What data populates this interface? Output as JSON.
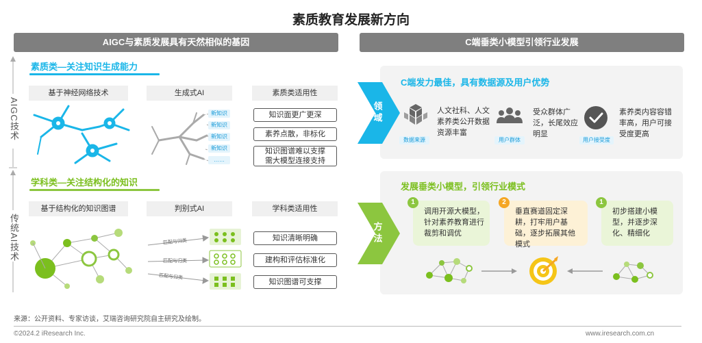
{
  "title": "素质教育发展新方向",
  "left": {
    "banner": "AIGC与素质发展具有天然相似的基因",
    "axis_top": "AIGC技术",
    "axis_bottom": "传统AI技术",
    "section1": {
      "heading": "素质类—关注知识生成能力",
      "col_heads": [
        "基于神经网络技术",
        "生成式AI",
        "素质类适用性"
      ],
      "mini_labels": [
        "新知识",
        "新知识",
        "新知识",
        "新知识",
        "……"
      ],
      "items": [
        "知识面更广更深",
        "素养点散，非标化",
        "知识图谱难以支撑\n需大模型连接支持"
      ]
    },
    "section2": {
      "heading": "学科类—关注结构化的知识",
      "col_heads": [
        "基于结构化的知识图谱",
        "判别式AI",
        "学科类适用性"
      ],
      "arrow_labels": [
        "匹配与归类",
        "匹配与归类",
        "匹配与归类"
      ],
      "items": [
        "知识清晰明确",
        "建构和评估标准化",
        "知识图谱可支撑"
      ]
    }
  },
  "right": {
    "banner": "C端垂类小模型引领行业发展",
    "panel1": {
      "chevron": "领域",
      "heading": "C端发力最佳，具有数据源及用户优势",
      "features": [
        {
          "icon": "cubes-icon",
          "tag": "数据来源",
          "text": "人文社科、人文素养类公开数据资源丰富"
        },
        {
          "icon": "users-icon",
          "tag": "用户群体",
          "text": "受众群体广泛，长尾效应明显"
        },
        {
          "icon": "check-icon",
          "tag": "用户接受度",
          "text": "素养类内容容错率高，用户可接受度更高"
        }
      ]
    },
    "panel2": {
      "chevron": "方法",
      "heading": "发展垂类小模型，引领行业模式",
      "steps": [
        {
          "num": "1",
          "text": "调用开源大模型，针对素养教育进行裁剪和调优"
        },
        {
          "num": "2",
          "text": "垂直赛道固定深耕，打牢用户基础，逐步拓展其他模式"
        },
        {
          "num": "1",
          "text": "初步搭建小模型，并逐步深化、精细化"
        }
      ]
    }
  },
  "source": "来源：公开资料、专家访谈，艾瑞咨询研究院自主研究及绘制。",
  "copyright": "©2024.2 iResearch Inc.",
  "website": "www.iresearch.com.cn",
  "colors": {
    "blue": "#1ab6e8",
    "green": "#8cc63f",
    "gold": "#f5a623",
    "banner": "#7f7f7f"
  }
}
